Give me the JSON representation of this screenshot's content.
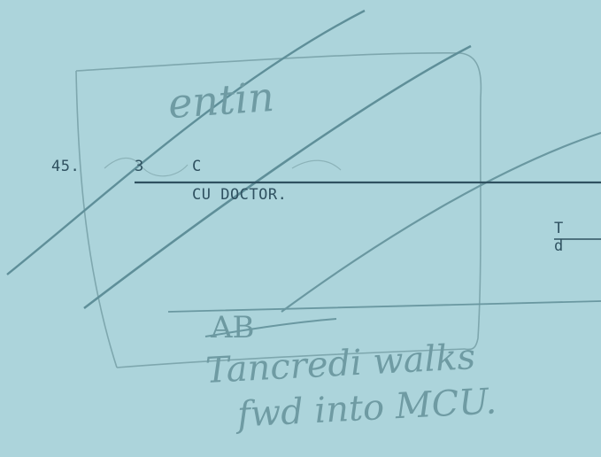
{
  "annotations": {
    "top_note": "entin",
    "shot_letters": "AB",
    "note_line_1": "Tancredi walks",
    "note_line_2": "fwd into MCU."
  },
  "script": {
    "shot_number": "45.",
    "take_number": "3",
    "camera_code": "C",
    "shot_description": "CU DOCTOR.",
    "right_fragment_line_1": "T",
    "right_fragment_line_2": "d"
  },
  "colors": {
    "paper": "#acd4db",
    "typewriter_ink": "#2f5160",
    "pencil": "#6f9ba3"
  }
}
